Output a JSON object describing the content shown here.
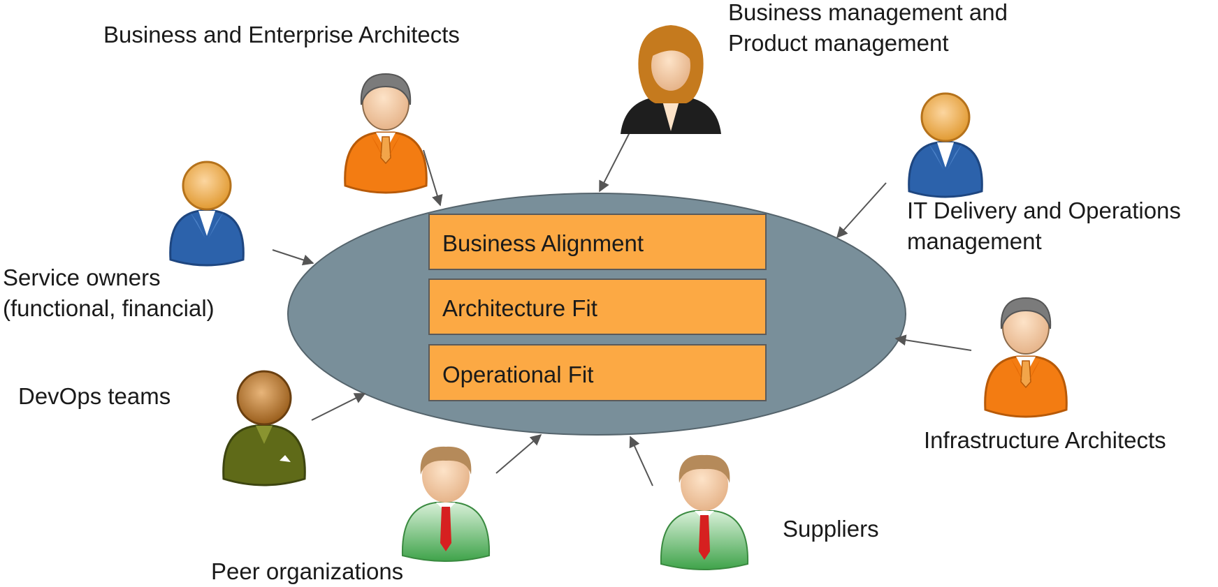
{
  "center": {
    "categories": [
      "Business Alignment",
      "Architecture Fit",
      "Operational Fit"
    ],
    "ellipse_color": "#798f9a",
    "box_color": "#fca944"
  },
  "stakeholders": {
    "business_enterprise_architects": "Business and Enterprise Architects",
    "business_product_management": "Business management and\nProduct management",
    "it_delivery_operations": "IT Delivery and Operations\nmanagement",
    "service_owners": "Service owners\n(functional, financial)",
    "devops_teams": "DevOps teams",
    "infrastructure_architects": "Infrastructure Architects",
    "suppliers": "Suppliers",
    "peer_organizations": "Peer organizations"
  },
  "icons": [
    "architect-person-icon",
    "businesswoman-icon",
    "blue-user-icon",
    "olive-user-icon",
    "green-shirt-person-icon"
  ]
}
